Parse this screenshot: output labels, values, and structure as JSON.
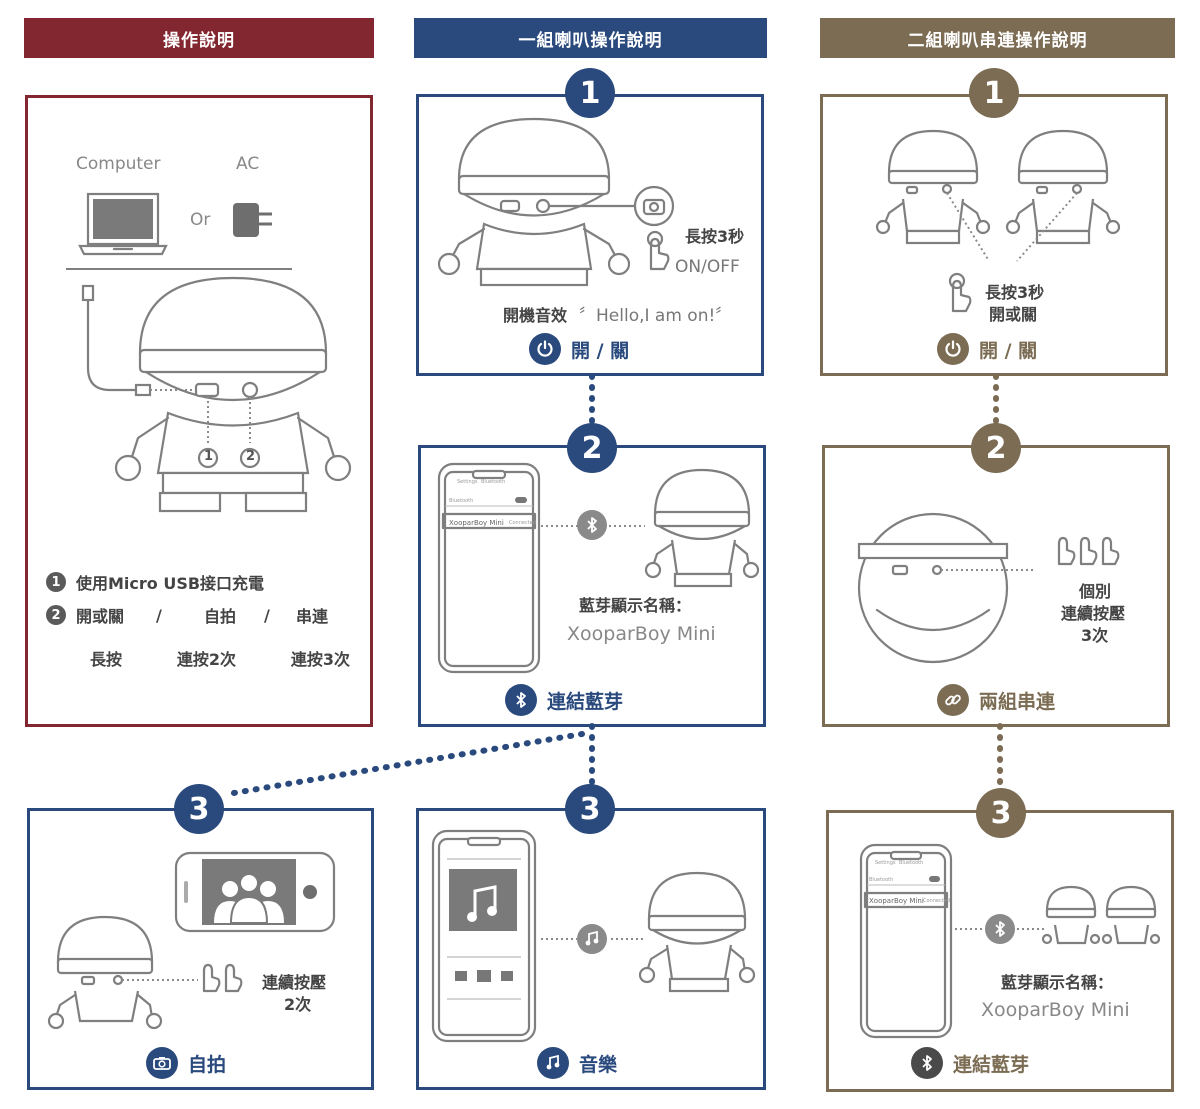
{
  "colors": {
    "red": "#82262f",
    "navy": "#2a4a7e",
    "brown": "#7b6c53",
    "gray_icon": "#4a4a4a"
  },
  "headers": {
    "left": "操作說明",
    "middle": "一組喇叭操作說明",
    "right": "二組喇叭串連操作說明"
  },
  "charging": {
    "computer_label": "Computer",
    "ac_label": "AC",
    "or_label": "Or",
    "marker_1": "1",
    "marker_2": "2",
    "line1_num": "1",
    "line1_text": "使用Micro USB接口充電",
    "line2_num": "2",
    "line2_items": [
      "開或關",
      "/",
      "自拍",
      "/",
      "串連"
    ],
    "line3_items": [
      "長按",
      "連按2次",
      "連按3次"
    ]
  },
  "single": {
    "step1": {
      "number": "1",
      "press_label": "長按3秒",
      "state_label": "ON/OFF",
      "sound_label": "開機音效",
      "sound_quote": "〞Hello,I am on!〞",
      "footer": "開 / 關",
      "icon": "power-icon"
    },
    "step2": {
      "number": "2",
      "bt_name_label": "藍芽顯示名稱：",
      "bt_name": "XooparBoy Mini",
      "footer": "連結藍芽",
      "icon": "bluetooth-icon",
      "phone_tab1": "Settings",
      "phone_tab2": "Bluetooth",
      "phone_row": "Bluetooth",
      "phone_device": "XooparBoy Mini",
      "phone_status": "Connected"
    },
    "step3_selfie": {
      "number": "3",
      "press_label_1": "連續按壓",
      "press_label_2": "2次",
      "footer": "自拍",
      "icon": "camera-icon"
    },
    "step3_music": {
      "number": "3",
      "footer": "音樂",
      "icon": "music-note-icon"
    }
  },
  "dual": {
    "step1": {
      "number": "1",
      "press_label_1": "長按3秒",
      "press_label_2": "開或關",
      "footer": "開 / 關",
      "icon": "power-icon"
    },
    "step2": {
      "number": "2",
      "press_label_1": "個別",
      "press_label_2": "連續按壓",
      "press_label_3": "3次",
      "footer": "兩組串連",
      "icon": "link-icon"
    },
    "step3": {
      "number": "3",
      "bt_name_label": "藍芽顯示名稱：",
      "bt_name": "XooparBoy Mini",
      "footer": "連結藍芽",
      "icon": "bluetooth-icon",
      "phone_tab1": "Settings",
      "phone_tab2": "Bluetooth",
      "phone_row": "Bluetooth",
      "phone_device": "XooparBoy Mini",
      "phone_status": "Connected"
    }
  }
}
